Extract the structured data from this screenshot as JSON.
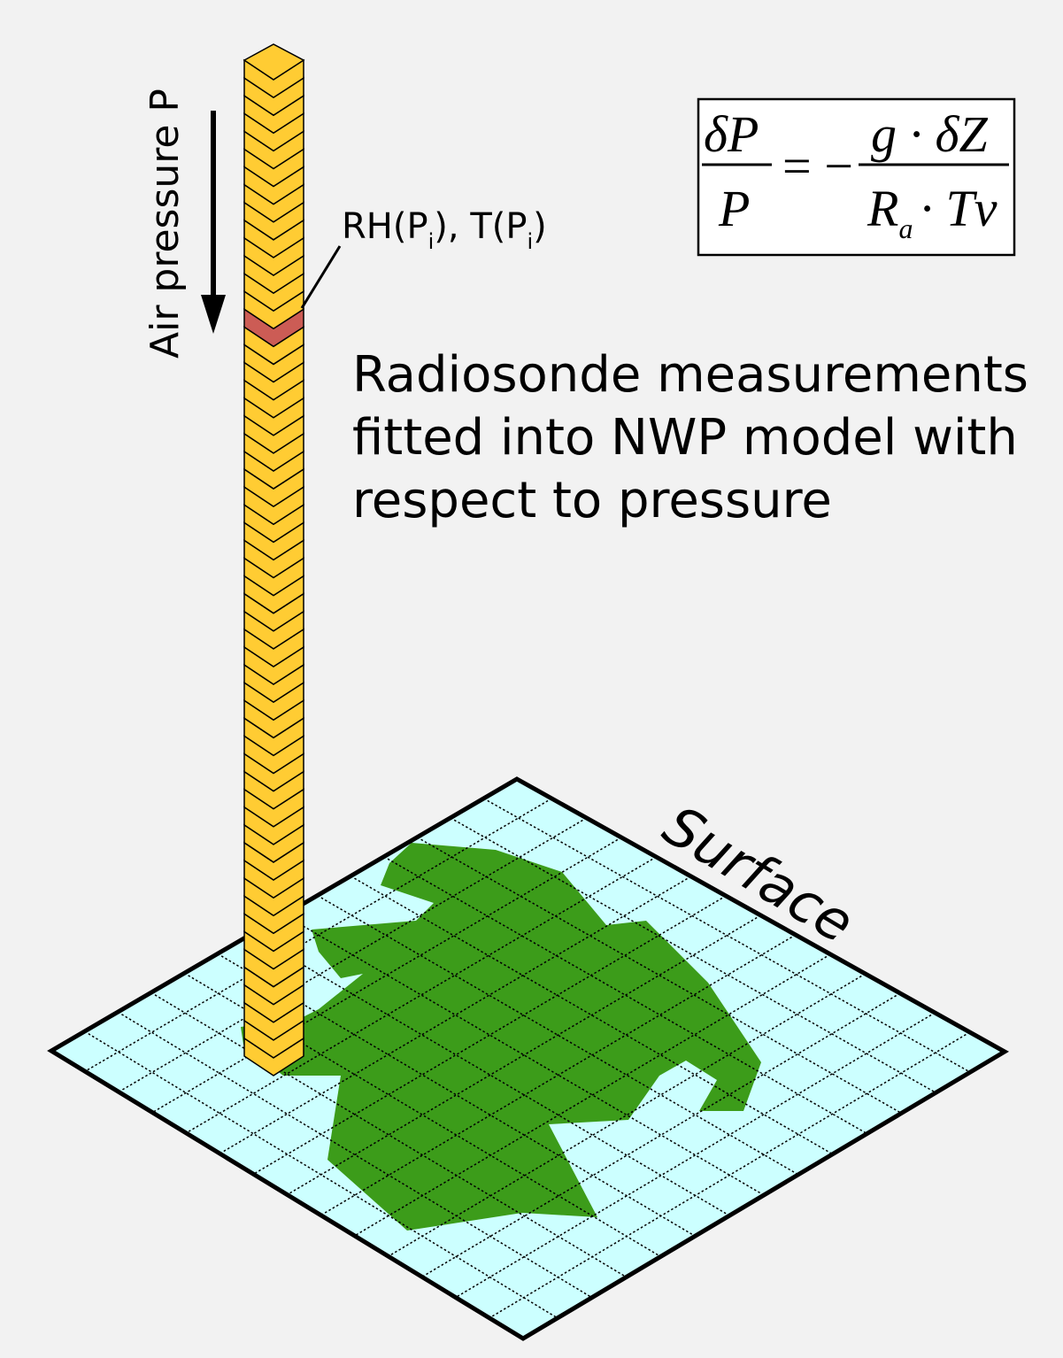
{
  "labels": {
    "air_pressure": "Air pressure P",
    "level": {
      "rh": "RH(P",
      "sub1": "i",
      "mid": "), T(P",
      "sub2": "i",
      "end": ")"
    },
    "caption_lines": [
      "Radiosonde measurements",
      "fitted into NWP model with",
      "respect to pressure"
    ],
    "surface": "Surface"
  },
  "equation": {
    "lhs_num": "δP",
    "lhs_den": "P",
    "rhs_num": "g · δZ",
    "rhs_den_r": "R",
    "rhs_den_sub": "a",
    "rhs_den_rest": "· Tv",
    "operator": "= −"
  },
  "colors": {
    "background": "#f2f2f2",
    "grid_fill": "#ccffff",
    "land": "#3c9c1a",
    "column": "#ffcc33",
    "highlight_level": "#cc5c55",
    "outline": "#000000"
  }
}
